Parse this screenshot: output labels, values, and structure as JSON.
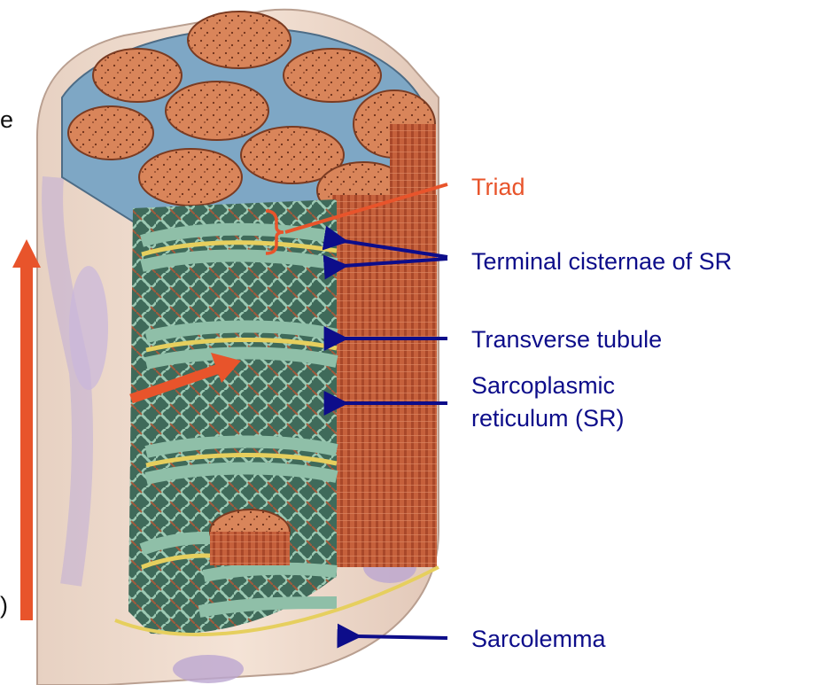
{
  "diagram": {
    "labels": {
      "triad": "Triad",
      "terminal_cisternae": "Terminal cisternae of SR",
      "transverse_tubule": "Transverse tubule",
      "sarcoplasmic_line1": "Sarcoplasmic",
      "sarcoplasmic_line2": "reticulum (SR)",
      "sarcolemma": "Sarcolemma"
    },
    "cut_off_text": {
      "left_top": "e",
      "left_bottom": ")"
    },
    "colors": {
      "accent_red": "#e8542b",
      "arrow_blue": "#0d0d8a",
      "myofibril": "#d9855a",
      "tubule_green": "#8fbfa8",
      "cisterna_yellow": "#e6cf5e",
      "sarcolemma_beige": "#efd8c8",
      "membrane_purple": "#b4a2cf"
    }
  }
}
